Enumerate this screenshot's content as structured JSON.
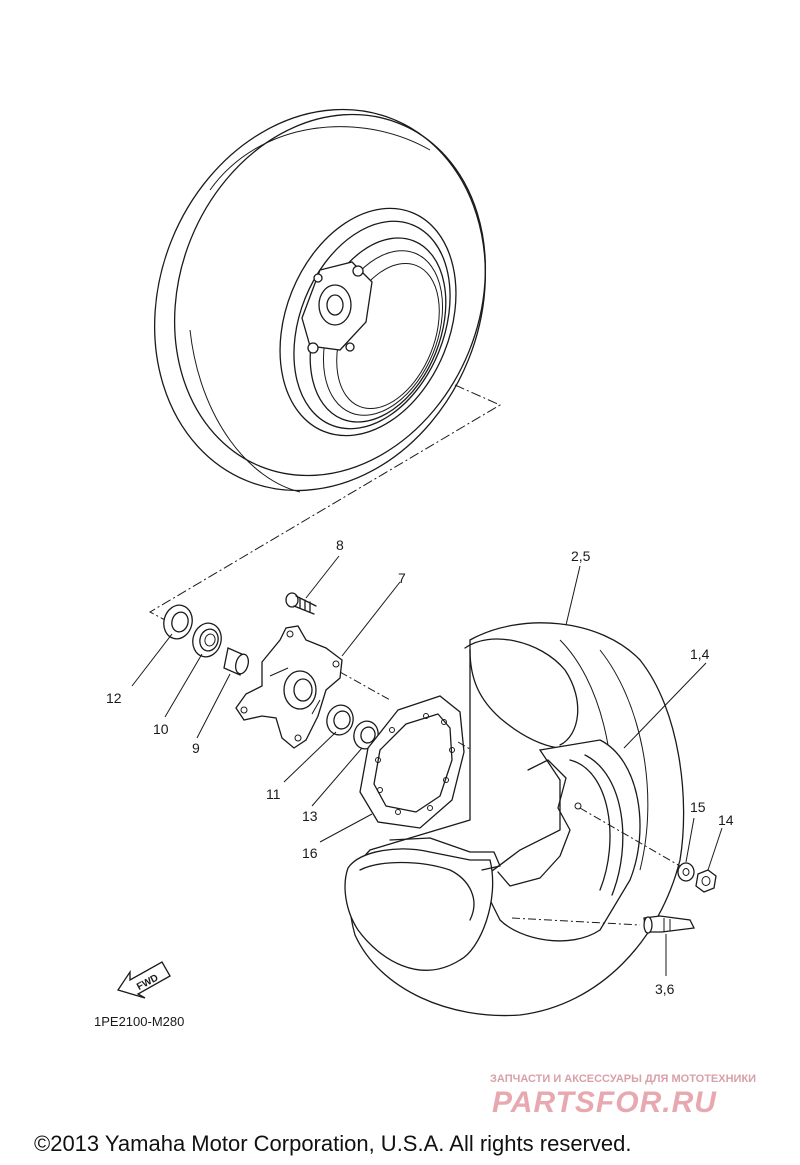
{
  "diagram_code": "1PE2100-M280",
  "fwd_label": "FWD",
  "callouts": {
    "c8": "8",
    "c7": "7",
    "c25": "2,5",
    "c14b": "1,4",
    "c12": "12",
    "c10": "10",
    "c9": "9",
    "c11": "11",
    "c13": "13",
    "c16": "16",
    "c15": "15",
    "c14": "14",
    "c36": "3,6"
  },
  "watermark": {
    "tagline": "ЗАПЧАСТИ И АКСЕССУАРЫ ДЛЯ МОТОТЕХНИКИ",
    "brand": "PARTSFOR.RU"
  },
  "copyright": "©2013 Yamaha Motor Corporation, U.S.A. All rights reserved."
}
